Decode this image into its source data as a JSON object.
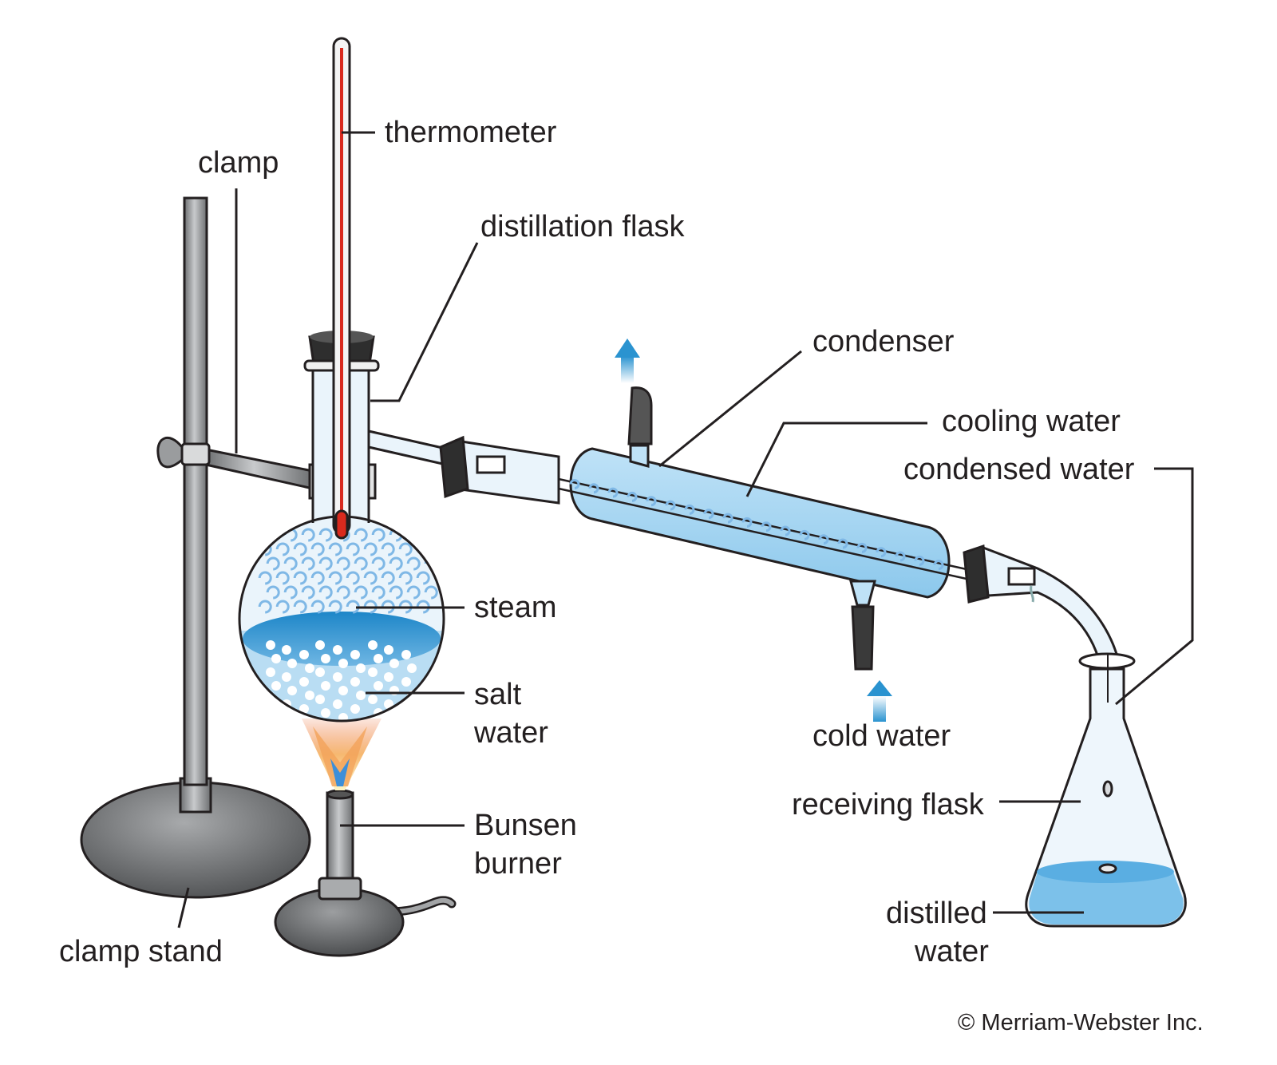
{
  "labels": {
    "thermometer": "thermometer",
    "clamp": "clamp",
    "distillation_flask": "distillation flask",
    "condenser": "condenser",
    "cooling_water": "cooling water",
    "condensed_water": "condensed water",
    "steam": "steam",
    "salt_water_1": "salt",
    "salt_water_2": "water",
    "bunsen_burner_1": "Bunsen",
    "bunsen_burner_2": "burner",
    "cold_water": "cold water",
    "receiving_flask": "receiving flask",
    "distilled_water_1": "distilled",
    "distilled_water_2": "water",
    "clamp_stand": "clamp stand"
  },
  "credit": "© Merriam-Webster Inc.",
  "colors": {
    "water_light": "#a9d6f2",
    "water_deep": "#2a93d0",
    "steam": "#7fb8e6",
    "mercury": "#d92a1e",
    "metal": "#8a8c8e",
    "rubber": "#3a3a3a",
    "flame_orange": "#f2a25a",
    "flame_blue": "#3d8fd9",
    "ink": "#231f20"
  }
}
